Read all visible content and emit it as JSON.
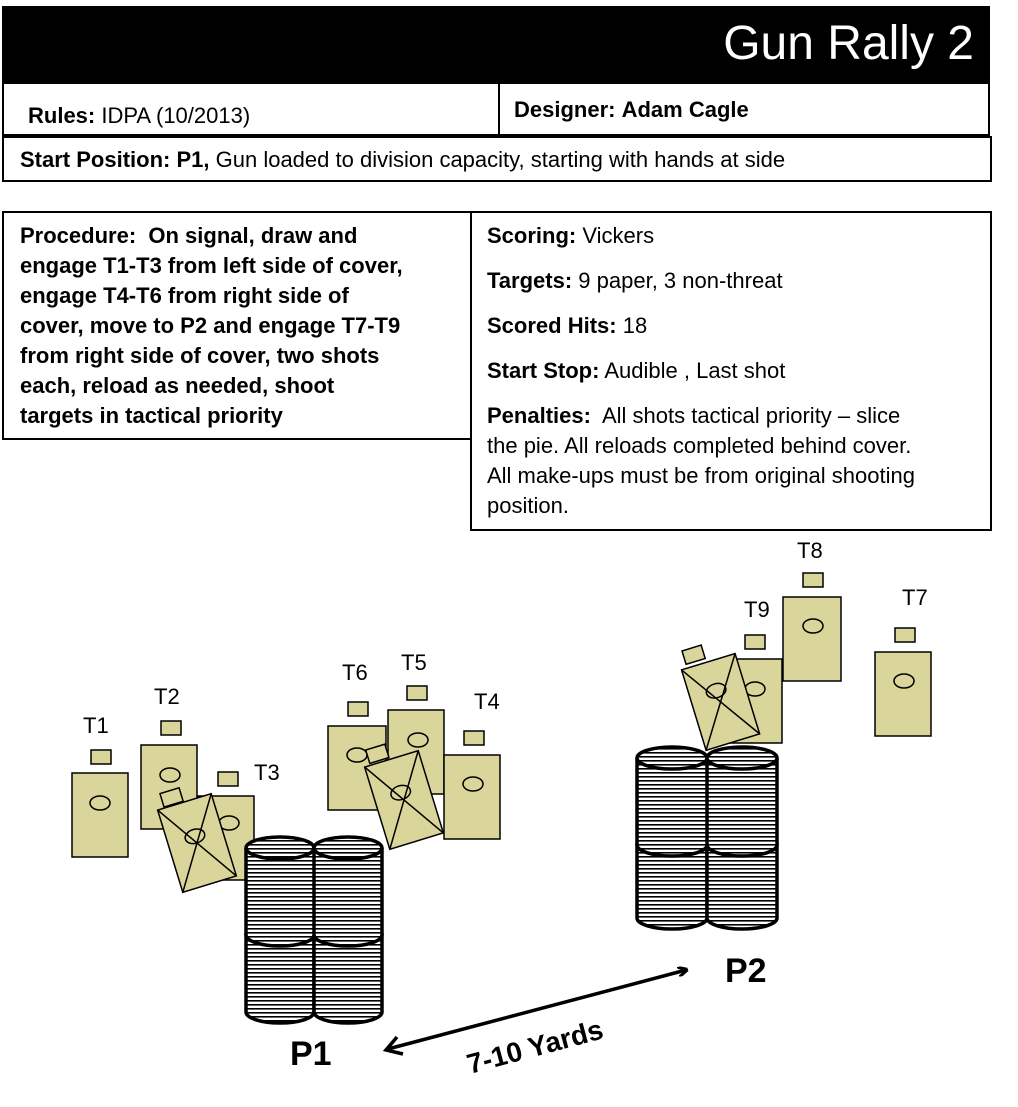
{
  "header": {
    "title": "Gun Rally 2"
  },
  "info": {
    "rules_label": "Rules:",
    "rules_value": "IDPA (10/2013)",
    "designer_label": "Designer:",
    "designer_value": "Adam  Cagle",
    "start_label": "Start Position:",
    "start_pos": "P1,",
    "start_value": "Gun loaded to division capacity, starting with hands at side"
  },
  "procedure": {
    "label": "Procedure:",
    "lines": [
      "On signal, draw and",
      "engage T1-T3 from left side of cover,",
      "engage T4-T6 from right side of",
      "cover, move to P2 and engage T7-T9",
      "from right side of cover, two shots",
      "each, reload as needed, shoot",
      "targets in tactical priority"
    ]
  },
  "scoring": {
    "scoring_label": "Scoring:",
    "scoring_value": "Vickers",
    "targets_label": "Targets:",
    "targets_value": "9 paper, 3 non-threat",
    "hits_label": "Scored Hits:",
    "hits_value": "18",
    "startstop_label": "Start Stop:",
    "startstop_value": "Audible , Last shot",
    "penalties_label": "Penalties:",
    "penalties_lines": [
      "All shots tactical priority – slice",
      "the pie.  All reloads completed behind cover.",
      "All make-ups must be from original shooting",
      "position."
    ]
  },
  "diagram": {
    "target_labels": [
      "T1",
      "T2",
      "T3",
      "T4",
      "T5",
      "T6",
      "T7",
      "T8",
      "T9"
    ],
    "position_labels": [
      "P1",
      "P2"
    ],
    "distance_label": "7-10 Yards",
    "colors": {
      "target_fill": "#d9d59b",
      "barrel_stripe": "#000000"
    }
  }
}
